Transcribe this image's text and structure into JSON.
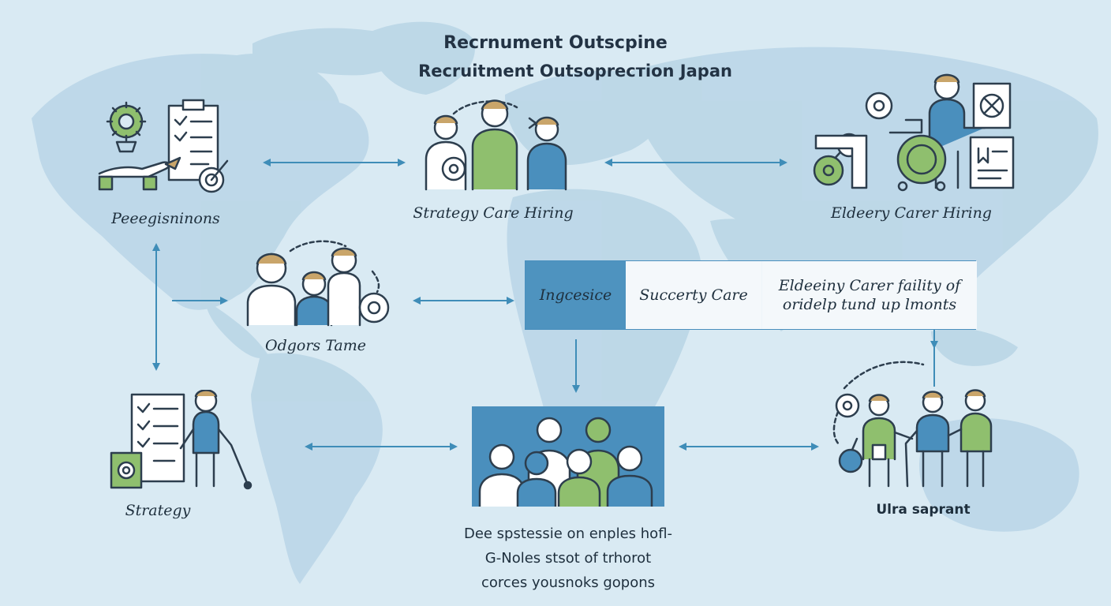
{
  "title": "Recrnument Outscpine",
  "subtitle": "Recruitment Outsopreстion Japan",
  "nodes": {
    "top_left": "Peeegisninons",
    "top_center": "Strategy Care Hiring",
    "top_right": "Eldeery Carer Hiring",
    "mid_left": "Odgors Tame",
    "bottom_left": "Strategy",
    "bottom_right": "Ulra saprant"
  },
  "info_box": {
    "tab": "Ingcesice",
    "col1": "Succerty Care",
    "col2_line1": "Eldeeiny Carer faility of",
    "col2_line2": "oridelp tund up lmonts"
  },
  "caption": {
    "line1": "Dee spstessie on enples hofl-",
    "line2": "G-Noles stsot of trhorot",
    "line3": "corces yousnoks gopons"
  },
  "colors": {
    "background": "#d9eaf3",
    "map": "#b7d3e4",
    "accent_blue": "#4a8fbd",
    "accent_green": "#8fbf6e",
    "line": "#2d3e4e",
    "arrow": "#3f8db8"
  },
  "icons": [
    "gear-icon",
    "clipboard-icon",
    "handshake-icon",
    "target-icon",
    "people-group-icon",
    "magnifier-icon",
    "document-icon",
    "checklist-icon",
    "walking-cane-icon"
  ]
}
